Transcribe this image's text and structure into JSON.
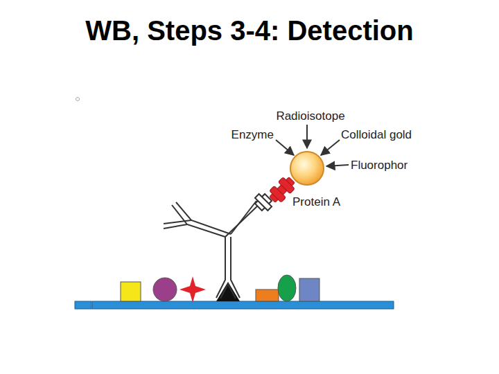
{
  "diagram": {
    "title": "WB, Steps 3-4: Detection",
    "labels": [
      "Radioisotope",
      "Enzyme",
      "Colloidal gold",
      "Fluorophor",
      "Protein A"
    ]
  }
}
